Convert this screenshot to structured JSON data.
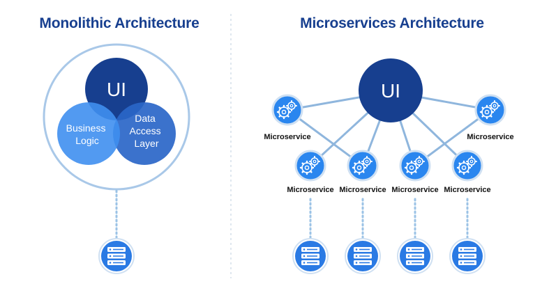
{
  "monolithic": {
    "title": "Monolithic Architecture",
    "ui_label": "UI",
    "business_logic": [
      "Business",
      "Logic"
    ],
    "data_access": [
      "Data",
      "Access",
      "Layer"
    ],
    "database_icon": "server-database-icon"
  },
  "microservices": {
    "title": "Microservices Architecture",
    "ui_label": "UI",
    "service_label": "Microservice",
    "service_count": 6,
    "service_icon": "gears-icon",
    "database_icon": "server-database-icon",
    "database_count": 4
  },
  "colors": {
    "title": "#173f8f",
    "ui_dark": "#173f8f",
    "blue_mid": "#2a7ae4",
    "blue_light": "#3f8fef",
    "ring": "#a9c8e8",
    "connector": "#8fb6dd",
    "dotted": "#9cc3e6",
    "service_fill": "#2a86ef"
  }
}
